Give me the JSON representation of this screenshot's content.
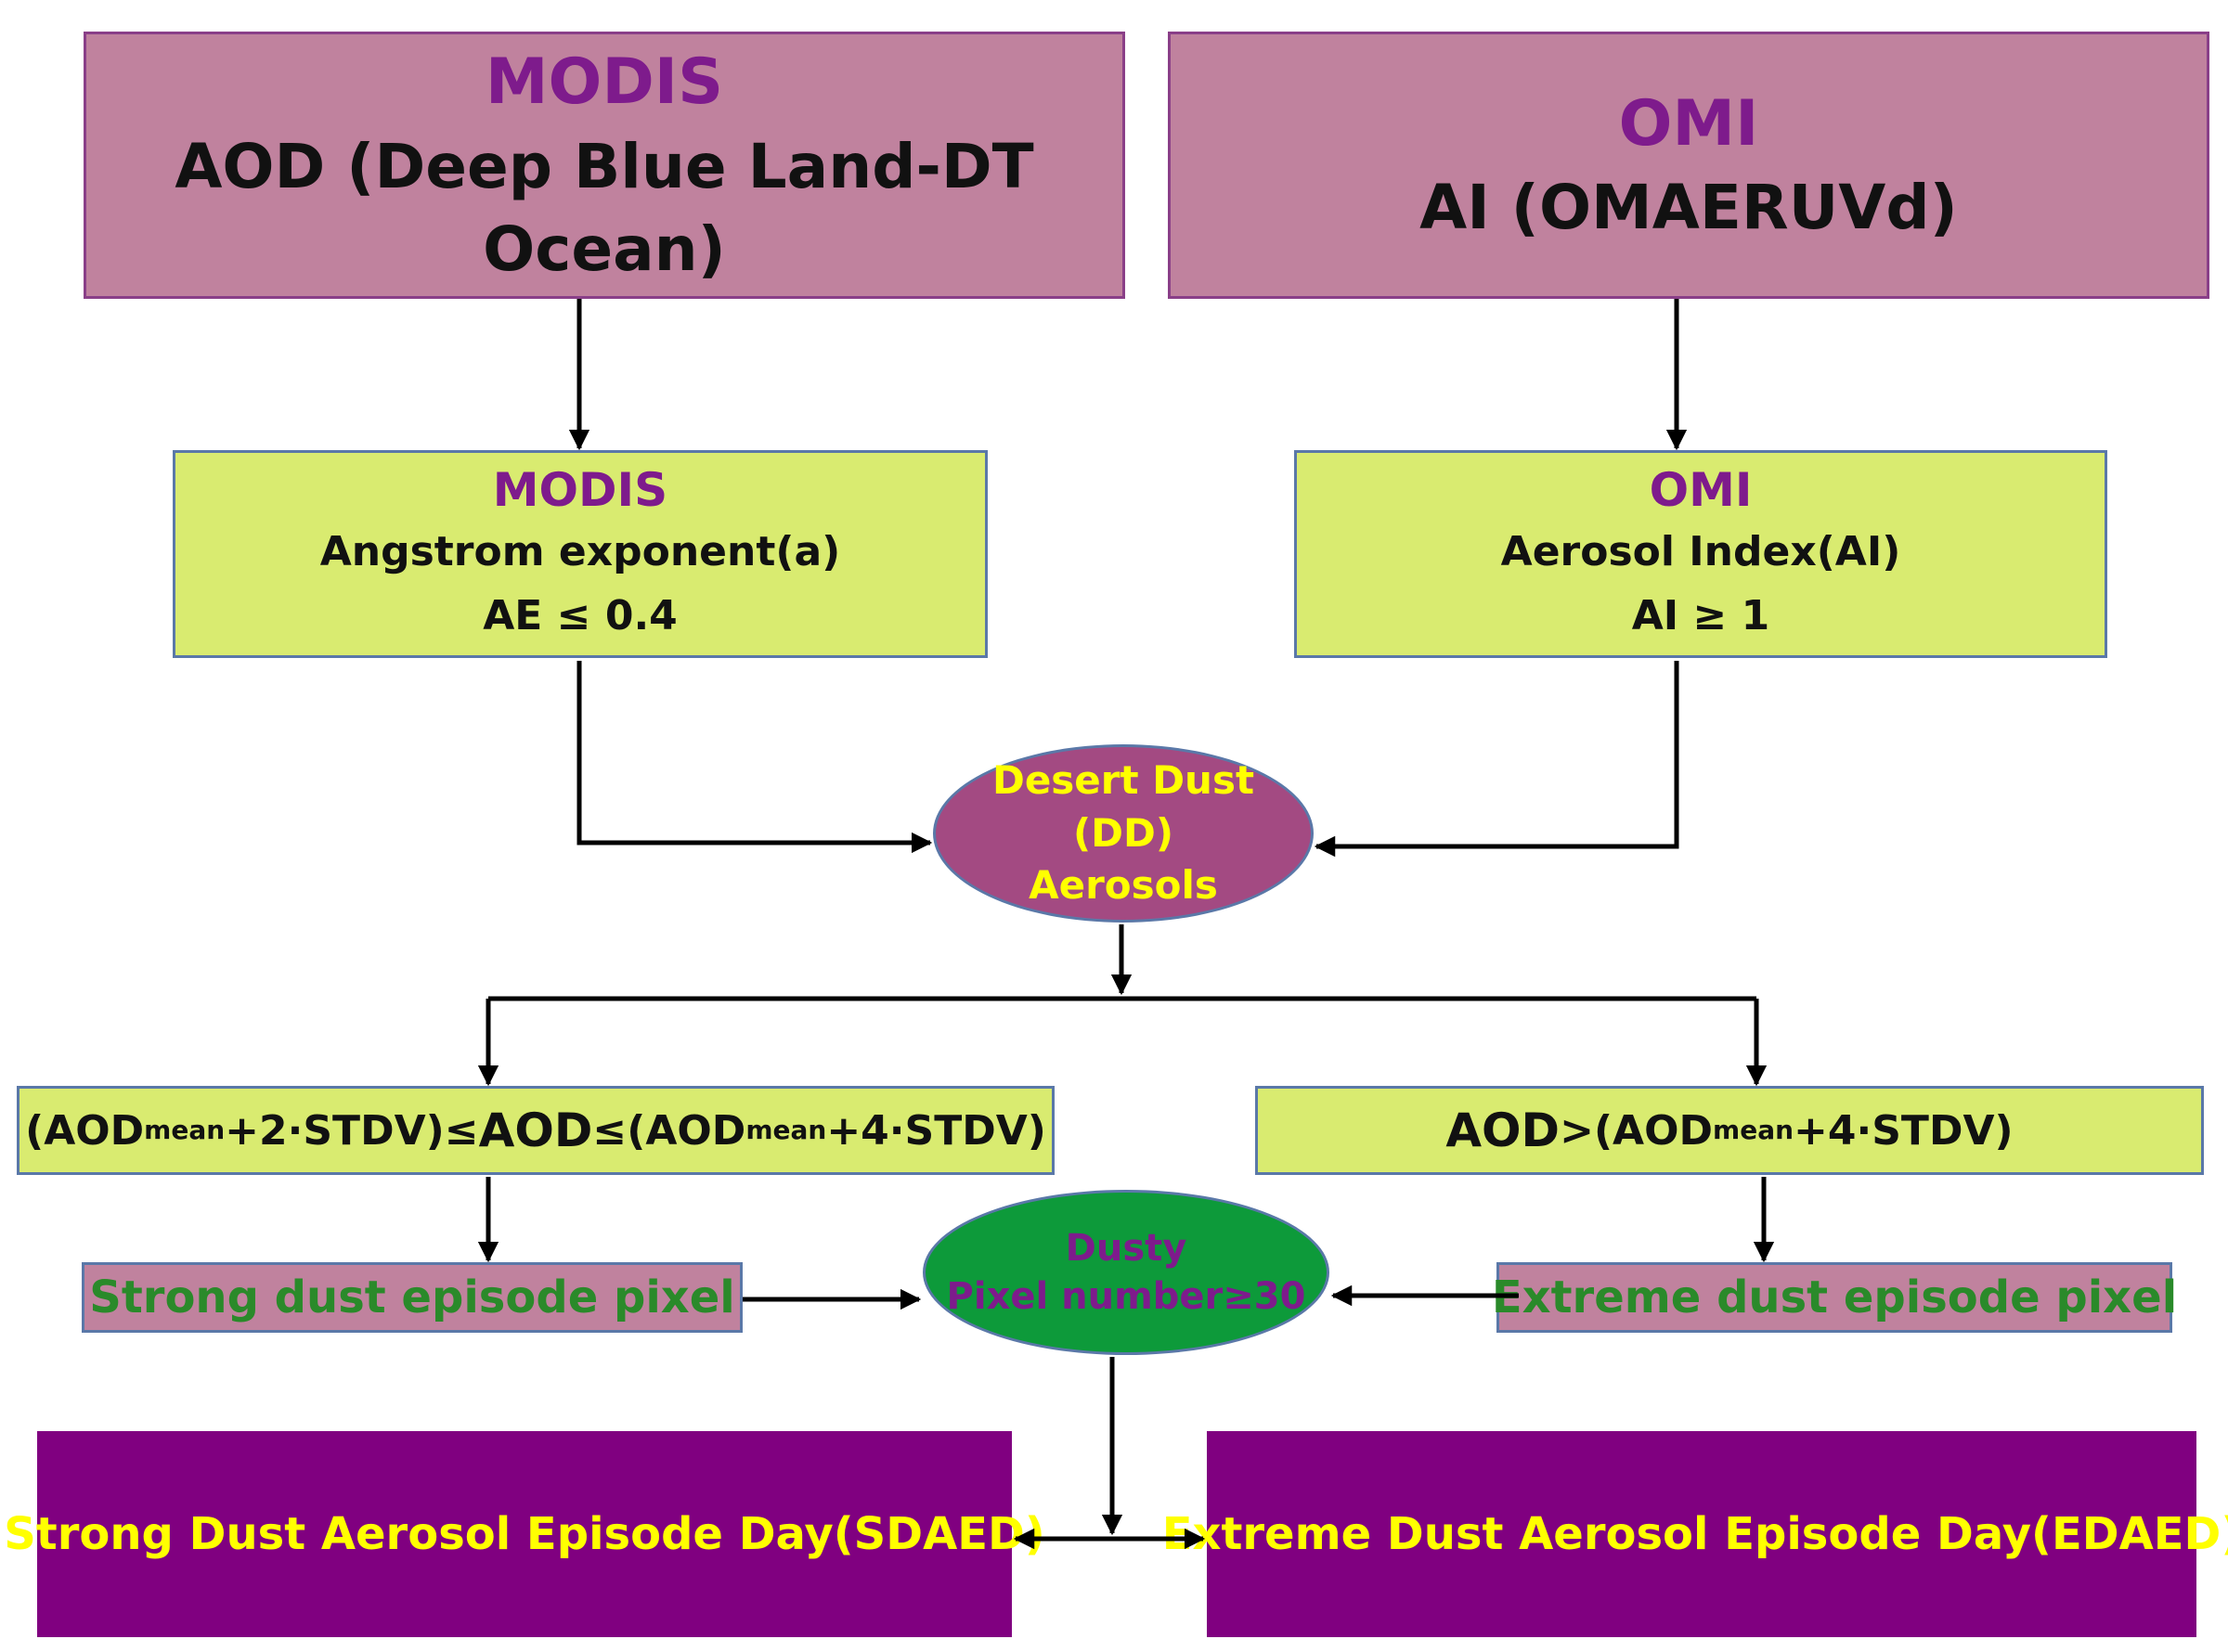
{
  "modis_source": {
    "title": "MODIS",
    "subtitle": "AOD (Deep Blue Land-DT Ocean)"
  },
  "omi_source": {
    "title": "OMI",
    "subtitle": "AI (OMAERUVd)"
  },
  "modis_criterion": {
    "title": "MODIS",
    "line1": "Angstrom exponent(a)",
    "line2": "AE ≤ 0.4"
  },
  "omi_criterion": {
    "title": "OMI",
    "line1": "Aerosol Index(AI)",
    "line2": "AI ≥ 1"
  },
  "desert_dust": {
    "line1": "Desert Dust (DD)",
    "line2": "Aerosols"
  },
  "strong_threshold": {
    "p1": "(AOD",
    "sub1": "mean",
    "p2": "+2·STDV)≤",
    "p3": "AOD",
    "p4": "≤(AOD",
    "sub2": "mean",
    "p5": "+4·STDV)"
  },
  "extreme_threshold": {
    "p1": "AOD",
    "p2": ">(AOD",
    "sub1": "mean",
    "p3": "+4·STDV)"
  },
  "strong_pixel": "Strong dust episode pixel",
  "extreme_pixel": "Extreme dust episode pixel",
  "dusty": {
    "line1": "Dusty",
    "line2": "Pixel number≥30"
  },
  "strong_day": "Strong Dust Aerosol Episode Day(SDAED)",
  "extreme_day": "Extreme Dust Aerosol Episode Day(EDAED)"
}
